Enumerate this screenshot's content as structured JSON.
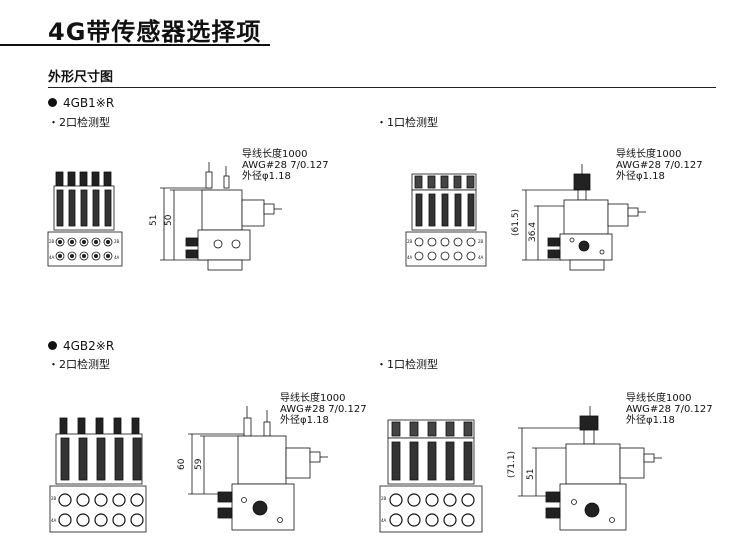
{
  "page": {
    "title": "4G带传感器选择项",
    "section_title": "外形尺寸图"
  },
  "groups": [
    {
      "model": "4GB1※R",
      "variants": [
        {
          "label": "・2口检测型",
          "dim_outer": "51",
          "dim_inner": "50"
        },
        {
          "label": "・1口检测型",
          "dim_outer": "(61.5)",
          "dim_inner": "36.4"
        }
      ]
    },
    {
      "model": "4GB2※R",
      "variants": [
        {
          "label": "・2口检测型",
          "dim_outer": "60",
          "dim_inner": "59"
        },
        {
          "label": "・1口检测型",
          "dim_outer": "(71.1)",
          "dim_inner": "51"
        }
      ]
    }
  ],
  "cable": {
    "length": "导线长度1000",
    "awg": "AWG#28 7/0.127",
    "diameter": "外径φ1.18"
  },
  "port_labels": {
    "left_top": "2B",
    "left_bottom": "4A",
    "right_top": "2B",
    "right_bottom": "4A"
  }
}
